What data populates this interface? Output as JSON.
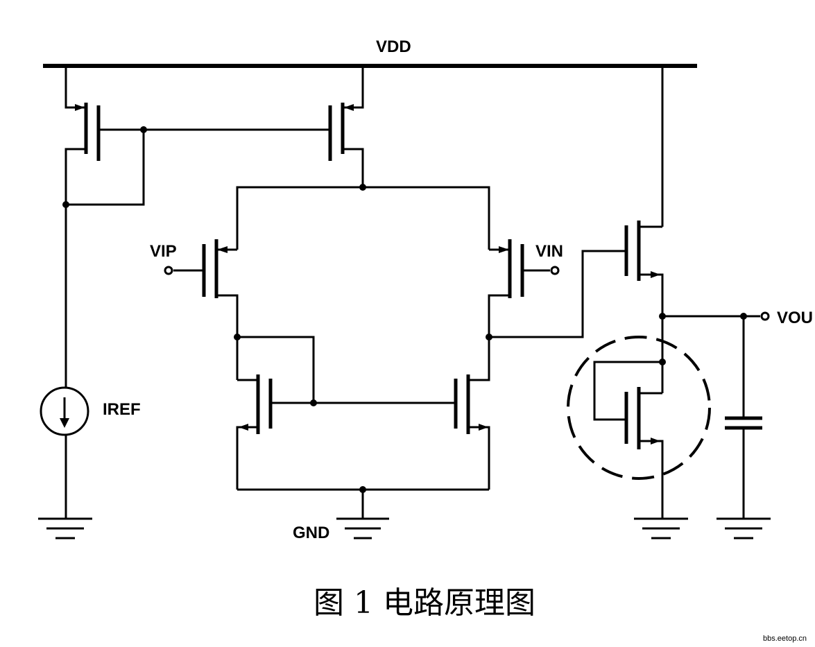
{
  "labels": {
    "vdd": "VDD",
    "gnd": "GND",
    "vip": "VIP",
    "vin": "VIN",
    "vout": "VOU",
    "iref": "IREF"
  },
  "caption": "图 1 电路原理图",
  "watermark": "bbs.eetop.cn",
  "colors": {
    "ink": "#000000",
    "background": "#ffffff"
  }
}
